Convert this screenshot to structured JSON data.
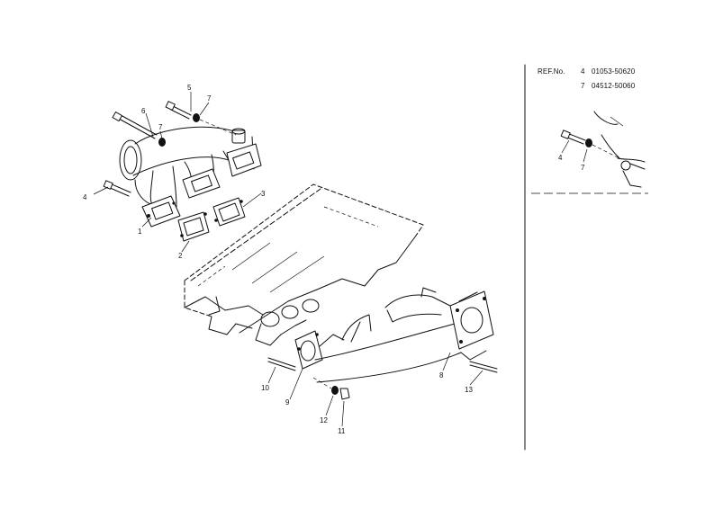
{
  "ref_table": {
    "header": "REF.No.",
    "rows": [
      {
        "ref": "4",
        "part": "01053-50620"
      },
      {
        "ref": "7",
        "part": "04512-50060"
      }
    ]
  },
  "callouts": {
    "c1": "1",
    "c2": "2",
    "c3": "3",
    "c4": "4",
    "c5": "5",
    "c6": "6",
    "c7a": "7",
    "c7b": "7",
    "c8": "8",
    "c9": "9",
    "c10": "10",
    "c11": "11",
    "c12": "12",
    "c13": "13",
    "inset_c4": "4",
    "inset_c7": "7"
  }
}
